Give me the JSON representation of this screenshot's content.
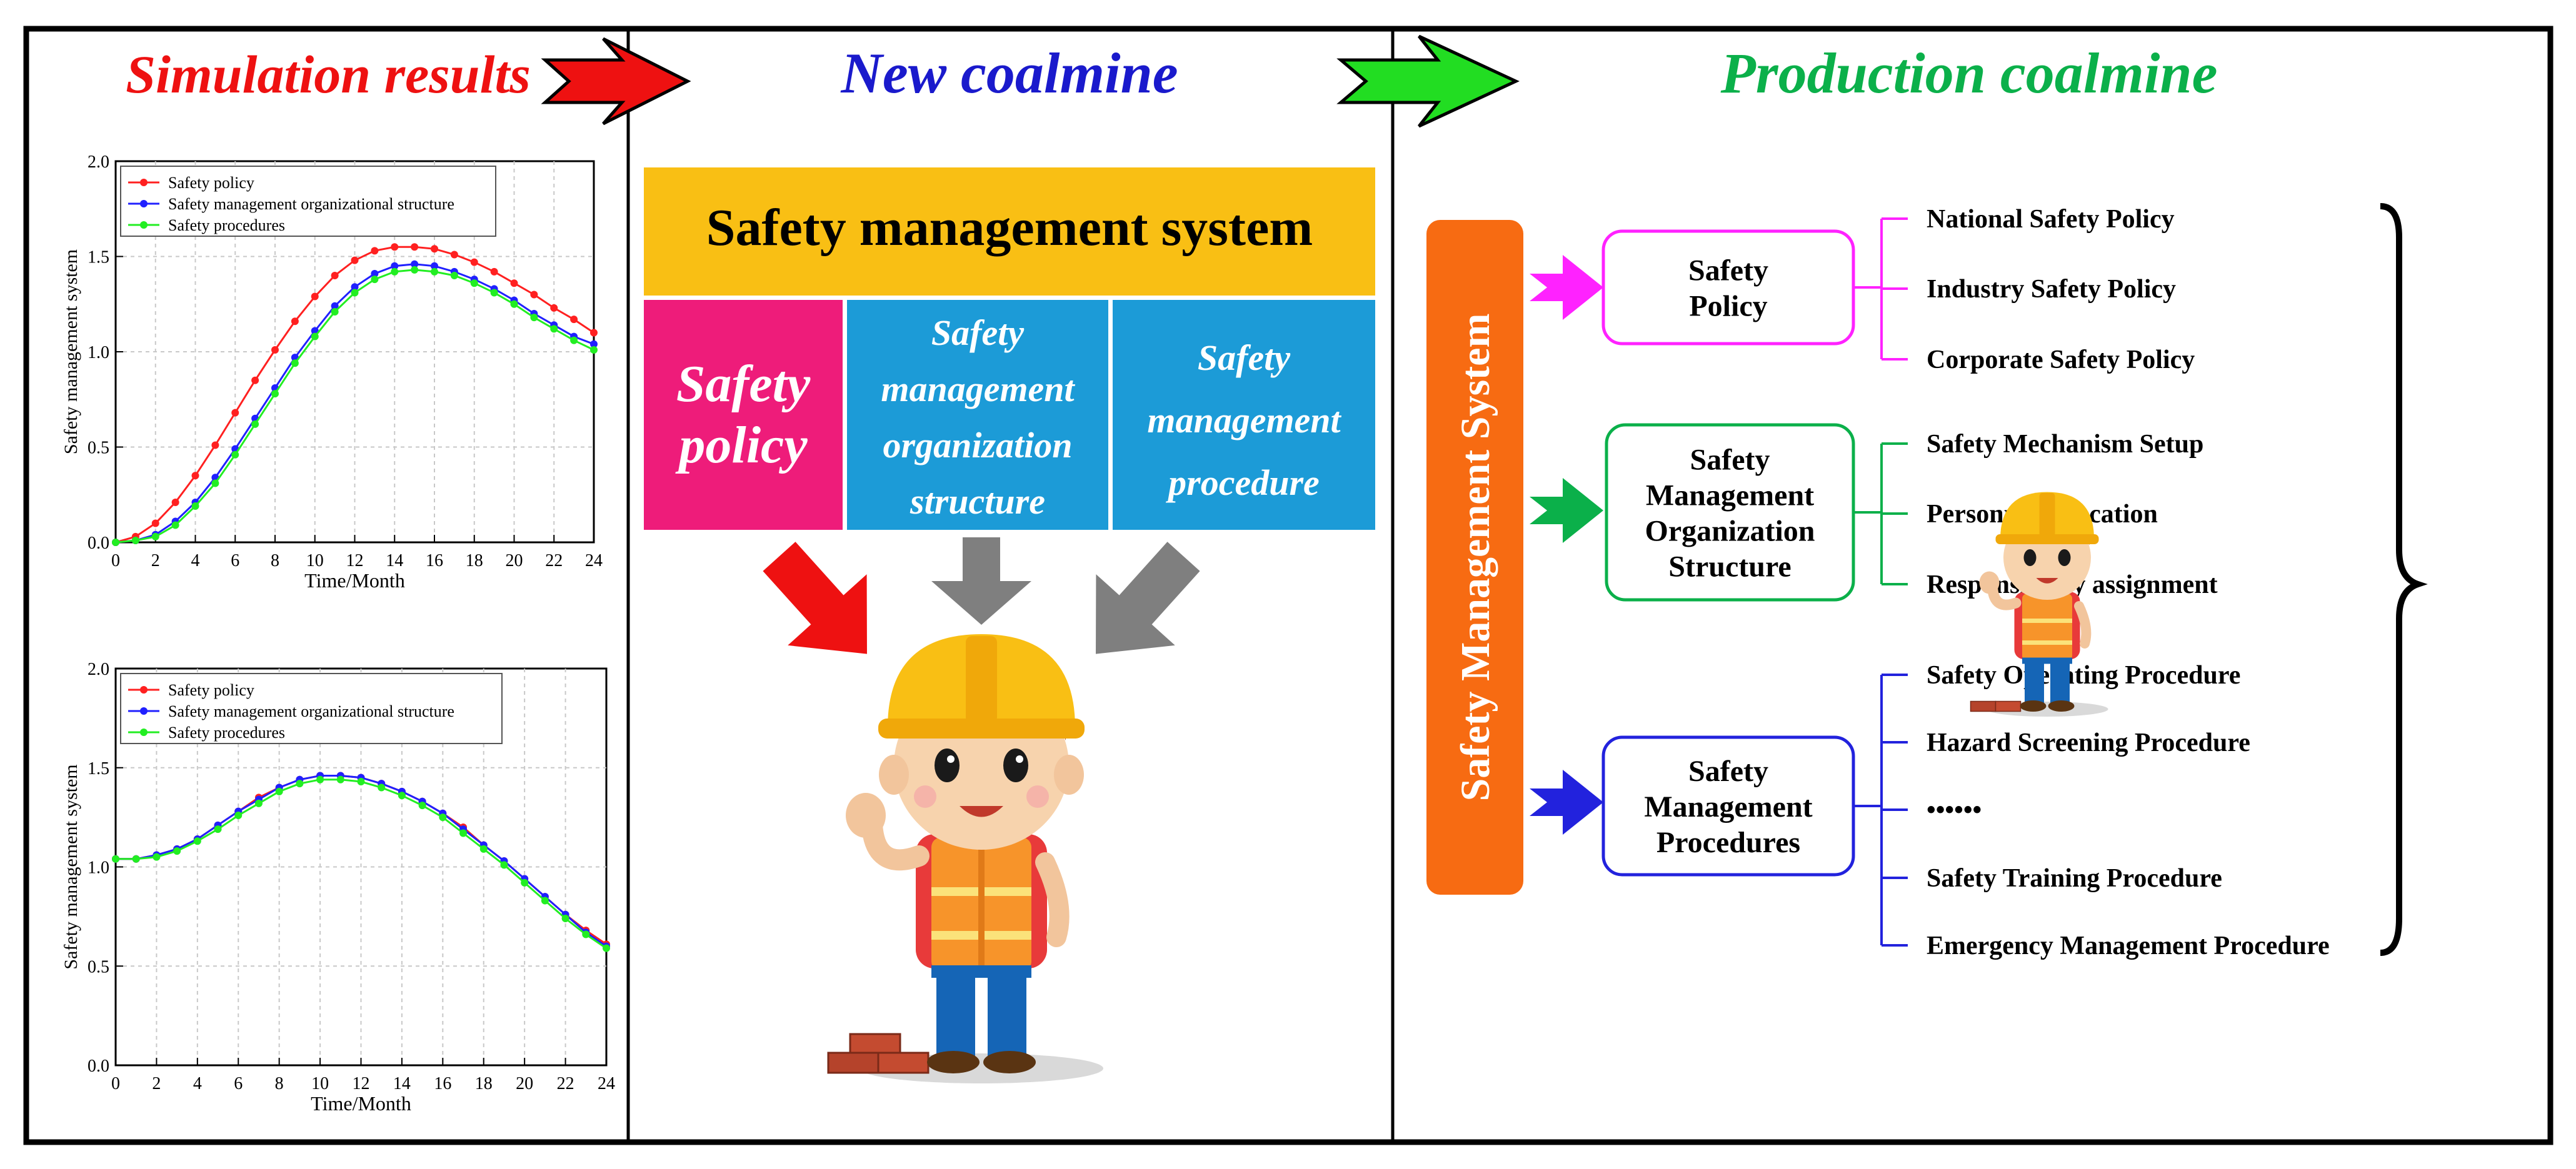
{
  "headers": {
    "simulation_results": "Simulation results",
    "new_coalmine": "New coalmine",
    "production_coalmine": "Production coalmine"
  },
  "colors": {
    "simulation_header": "#ee1111",
    "new_header": "#1a1acc",
    "production_header": "#0bb04a",
    "sms_banner": "#f9bf14",
    "policy_block": "#ee1c7a",
    "structure_block": "#1c9bd7",
    "procedure_block": "#1c9bd7",
    "vertical_bar": "#f76b12",
    "policy_group": "#ff22ff",
    "structure_group": "#0bb04a",
    "procedures_group": "#2222dd",
    "series_policy": "#ff2020",
    "series_structure": "#2020ff",
    "series_procedures": "#22ee22"
  },
  "new_coalmine": {
    "banner": "Safety management system",
    "blocks": {
      "policy": [
        "Safety",
        "policy"
      ],
      "structure": [
        "Safety",
        "management",
        "organization",
        "structure"
      ],
      "procedure": [
        "Safety",
        "management",
        "procedure"
      ]
    }
  },
  "production": {
    "vertical_label": "Safety Management System",
    "groups": [
      {
        "key": "policy",
        "lines": [
          "Safety",
          "Policy"
        ],
        "items": [
          "National Safety Policy",
          "Industry Safety Policy",
          "Corporate Safety Policy"
        ]
      },
      {
        "key": "structure",
        "lines": [
          "Safety",
          "Management",
          "Organization",
          "Structure"
        ],
        "items": [
          "Safety Mechanism Setup",
          "Personnel Allocation",
          "Responsibility assignment"
        ]
      },
      {
        "key": "procedures",
        "lines": [
          "Safety",
          "Management",
          "Procedures"
        ],
        "items": [
          "Safety Operating Procedure",
          "Hazard Screening Procedure",
          "••••••",
          "Safety Training Procedure",
          "Emergency Management Procedure"
        ]
      }
    ]
  },
  "chart_data": [
    {
      "type": "scatter",
      "xlabel": "Time/Month",
      "ylabel": "Safety management system",
      "xlim": [
        0,
        24
      ],
      "ylim": [
        0.0,
        2.0
      ],
      "xticks": [
        0,
        2,
        4,
        6,
        8,
        10,
        12,
        14,
        16,
        18,
        20,
        22,
        24
      ],
      "yticks": [
        0.0,
        0.5,
        1.0,
        1.5,
        2.0
      ],
      "grid": true,
      "legend": "top-left",
      "x": [
        0,
        1,
        2,
        3,
        4,
        5,
        6,
        7,
        8,
        9,
        10,
        11,
        12,
        13,
        14,
        15,
        16,
        17,
        18,
        19,
        20,
        21,
        22,
        23,
        24
      ],
      "series": [
        {
          "name": "Safety policy",
          "values": [
            0.0,
            0.03,
            0.1,
            0.21,
            0.35,
            0.51,
            0.68,
            0.85,
            1.01,
            1.16,
            1.29,
            1.4,
            1.48,
            1.53,
            1.55,
            1.55,
            1.54,
            1.51,
            1.47,
            1.42,
            1.36,
            1.3,
            1.23,
            1.17,
            1.1
          ]
        },
        {
          "name": "Safety management organizational structure",
          "values": [
            0.0,
            0.01,
            0.04,
            0.11,
            0.21,
            0.34,
            0.49,
            0.65,
            0.81,
            0.97,
            1.11,
            1.24,
            1.34,
            1.41,
            1.45,
            1.46,
            1.45,
            1.42,
            1.38,
            1.33,
            1.27,
            1.2,
            1.14,
            1.08,
            1.04
          ]
        },
        {
          "name": "Safety procedures",
          "values": [
            0.0,
            0.01,
            0.03,
            0.09,
            0.19,
            0.31,
            0.46,
            0.62,
            0.78,
            0.94,
            1.08,
            1.21,
            1.31,
            1.38,
            1.42,
            1.43,
            1.42,
            1.4,
            1.36,
            1.31,
            1.25,
            1.18,
            1.12,
            1.06,
            1.01
          ]
        }
      ]
    },
    {
      "type": "scatter",
      "xlabel": "Time/Month",
      "ylabel": "Safety management system",
      "xlim": [
        0,
        24
      ],
      "ylim": [
        0.0,
        2.0
      ],
      "xticks": [
        0,
        2,
        4,
        6,
        8,
        10,
        12,
        14,
        16,
        18,
        20,
        22,
        24
      ],
      "yticks": [
        0.0,
        0.5,
        1.0,
        1.5,
        2.0
      ],
      "grid": true,
      "legend": "top-left",
      "x": [
        0,
        1,
        2,
        3,
        4,
        5,
        6,
        7,
        8,
        9,
        10,
        11,
        12,
        13,
        14,
        15,
        16,
        17,
        18,
        19,
        20,
        21,
        22,
        23,
        24
      ],
      "series": [
        {
          "name": "Safety policy",
          "values": [
            1.04,
            1.04,
            1.06,
            1.09,
            1.14,
            1.21,
            1.28,
            1.35,
            1.4,
            1.44,
            1.46,
            1.46,
            1.45,
            1.42,
            1.38,
            1.33,
            1.27,
            1.2,
            1.11,
            1.03,
            0.94,
            0.85,
            0.76,
            0.68,
            0.61
          ]
        },
        {
          "name": "Safety management organizational structure",
          "values": [
            1.04,
            1.04,
            1.06,
            1.09,
            1.14,
            1.21,
            1.28,
            1.34,
            1.4,
            1.44,
            1.46,
            1.46,
            1.45,
            1.42,
            1.38,
            1.33,
            1.27,
            1.19,
            1.11,
            1.03,
            0.94,
            0.85,
            0.76,
            0.67,
            0.6
          ]
        },
        {
          "name": "Safety procedures",
          "values": [
            1.04,
            1.04,
            1.05,
            1.08,
            1.13,
            1.19,
            1.26,
            1.32,
            1.38,
            1.42,
            1.44,
            1.44,
            1.43,
            1.4,
            1.36,
            1.31,
            1.25,
            1.17,
            1.09,
            1.01,
            0.92,
            0.83,
            0.74,
            0.66,
            0.59
          ]
        }
      ]
    }
  ]
}
